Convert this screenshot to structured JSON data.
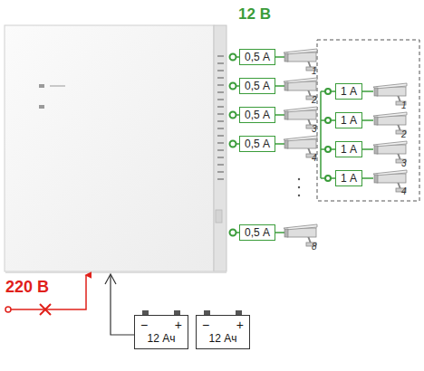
{
  "diagram": {
    "nodes": [
      {
        "text": [
          "0,5 А"
        ]
      },
      {
        "text": [
          "0,5 А"
        ]
      },
      {
        "text": [
          "0,5 А"
        ]
      },
      {
        "text": [
          "0,5 А"
        ]
      },
      {
        "text": [
          "0,5 А"
        ]
      },
      {
        "text": [
          "1 А"
        ]
      },
      {
        "text": [
          "1 А"
        ]
      },
      {
        "text": [
          "1 А"
        ]
      },
      {
        "text": [
          "1 А"
        ]
      },
      {
        "text": [
          "−",
          "+",
          "12 Ач"
        ]
      },
      {
        "text": [
          "−",
          "+",
          "12 Ач"
        ]
      }
    ],
    "labels": [
      "12 В",
      "1",
      "2",
      "3",
      "4",
      "8",
      "1",
      "2",
      "3",
      "4",
      "220 В"
    ]
  }
}
